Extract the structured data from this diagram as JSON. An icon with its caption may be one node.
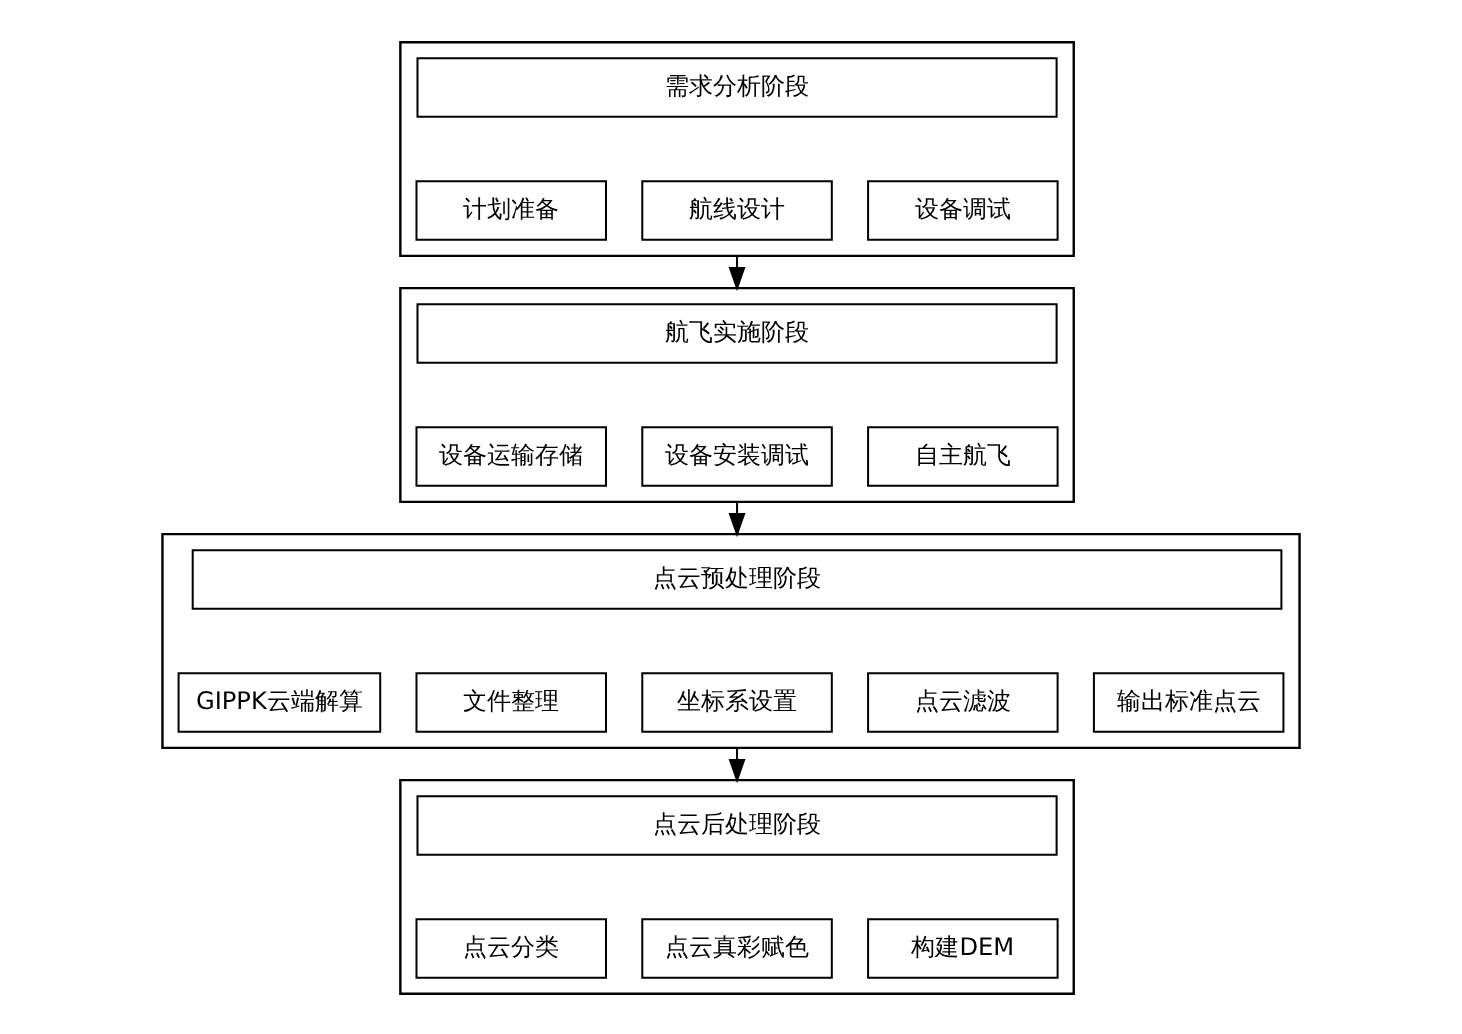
{
  "diagram": {
    "nodes": [
      {
        "text": [],
        "shape": "box"
      },
      {
        "text": [
          "需求分析阶段"
        ],
        "in": 0
      },
      {
        "text": [
          "计划准备"
        ],
        "in": 0
      },
      {
        "text": [
          "航线设计"
        ],
        "in": 0
      },
      {
        "text": [
          "设备调试"
        ],
        "in": 0
      },
      {
        "text": [],
        "shape": "box"
      },
      {
        "text": [
          "航飞实施阶段"
        ],
        "in": 5
      },
      {
        "text": [
          "设备运输存储"
        ],
        "in": 5
      },
      {
        "text": [
          "设备安装调试"
        ],
        "in": 5
      },
      {
        "text": [
          "自主航飞"
        ],
        "in": 5
      },
      {
        "text": [],
        "shape": "box"
      },
      {
        "text": [
          "点云预处理阶段"
        ],
        "in": 10
      },
      {
        "text": [
          "GIPPK云端解算"
        ],
        "in": 10
      },
      {
        "text": [
          "文件整理"
        ],
        "in": 10
      },
      {
        "text": [
          "坐标系设置"
        ],
        "in": 10
      },
      {
        "text": [
          "点云滤波"
        ],
        "in": 10
      },
      {
        "text": [
          "输出标准点云"
        ],
        "in": 10
      },
      {
        "text": [],
        "shape": "box"
      },
      {
        "text": [
          "点云后处理阶段"
        ],
        "in": 17
      },
      {
        "text": [
          "点云分类"
        ],
        "in": 17
      },
      {
        "text": [
          "点云真彩赋色"
        ],
        "in": 17
      },
      {
        "text": [
          "构建DEM"
        ],
        "in": 17
      }
    ],
    "edges": [
      {
        "from": 0,
        "to": 5,
        "arrow": "to"
      },
      {
        "from": 5,
        "to": 10,
        "arrow": "to"
      },
      {
        "from": 10,
        "to": 17,
        "arrow": "to"
      }
    ]
  }
}
